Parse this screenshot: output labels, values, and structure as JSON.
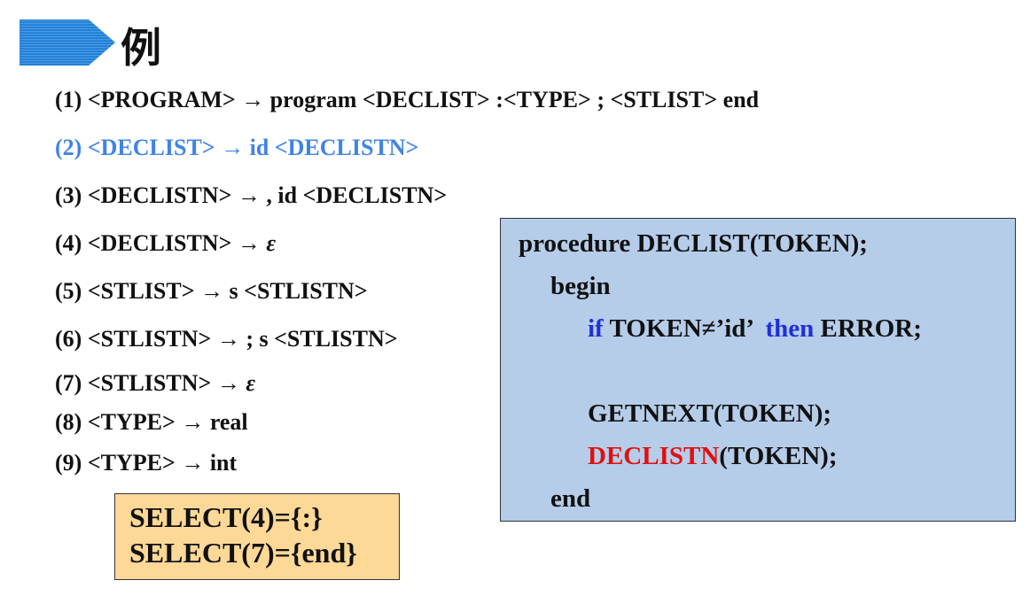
{
  "header": {
    "title": "例"
  },
  "rules": [
    {
      "num": "(1)",
      "lhs": "<PROGRAM>",
      "arrow": "→",
      "rhs": "program <DECLIST> :<TYPE> ; <STLIST> end",
      "epsilon": "",
      "highlight": false
    },
    {
      "num": "(2)",
      "lhs": "<DECLIST>",
      "arrow": "→",
      "rhs": "id <DECLISTN>",
      "epsilon": "",
      "highlight": true
    },
    {
      "num": "(3)",
      "lhs": "<DECLISTN>",
      "arrow": "→",
      "rhs": ", id <DECLISTN>",
      "epsilon": "",
      "highlight": false
    },
    {
      "num": "(4)",
      "lhs": "<DECLISTN>",
      "arrow": "→",
      "rhs": "",
      "epsilon": "ε",
      "highlight": false
    },
    {
      "num": "(5)",
      "lhs": "<STLIST>",
      "arrow": "→",
      "rhs": "s <STLISTN>",
      "epsilon": "",
      "highlight": false
    },
    {
      "num": "(6)",
      "lhs": "<STLISTN>",
      "arrow": "→",
      "rhs": "; s <STLISTN>",
      "epsilon": "",
      "highlight": false
    },
    {
      "num": "(7)",
      "lhs": "<STLISTN>",
      "arrow": "→",
      "rhs": "",
      "epsilon": "ε",
      "highlight": false
    },
    {
      "num": "(8)",
      "lhs": "<TYPE>",
      "arrow": "→",
      "rhs": "real",
      "epsilon": "",
      "highlight": false
    },
    {
      "num": "(9)",
      "lhs": "<TYPE>",
      "arrow": "→",
      "rhs": "int",
      "epsilon": "",
      "highlight": false
    }
  ],
  "select": {
    "line1": "SELECT(4)={:}",
    "line2": "SELECT(7)={end}"
  },
  "procedure": {
    "header": "procedure DECLIST(TOKEN);",
    "begin": "begin",
    "if_keyword": "if",
    "condition": " TOKEN≠’id’  ",
    "then_keyword": "then",
    "error": " ERROR;",
    "getnext": "GETNEXT(TOKEN);",
    "call_name": "DECLISTN",
    "call_args": "(TOKEN);",
    "end": "end"
  },
  "colors": {
    "highlight_rule": "#3f84e5",
    "keyword": "#1f30d8",
    "call": "#e01010",
    "select_bg": "#fdd897",
    "procedure_bg": "#b6cdea",
    "banner": "#1f7fd6"
  }
}
